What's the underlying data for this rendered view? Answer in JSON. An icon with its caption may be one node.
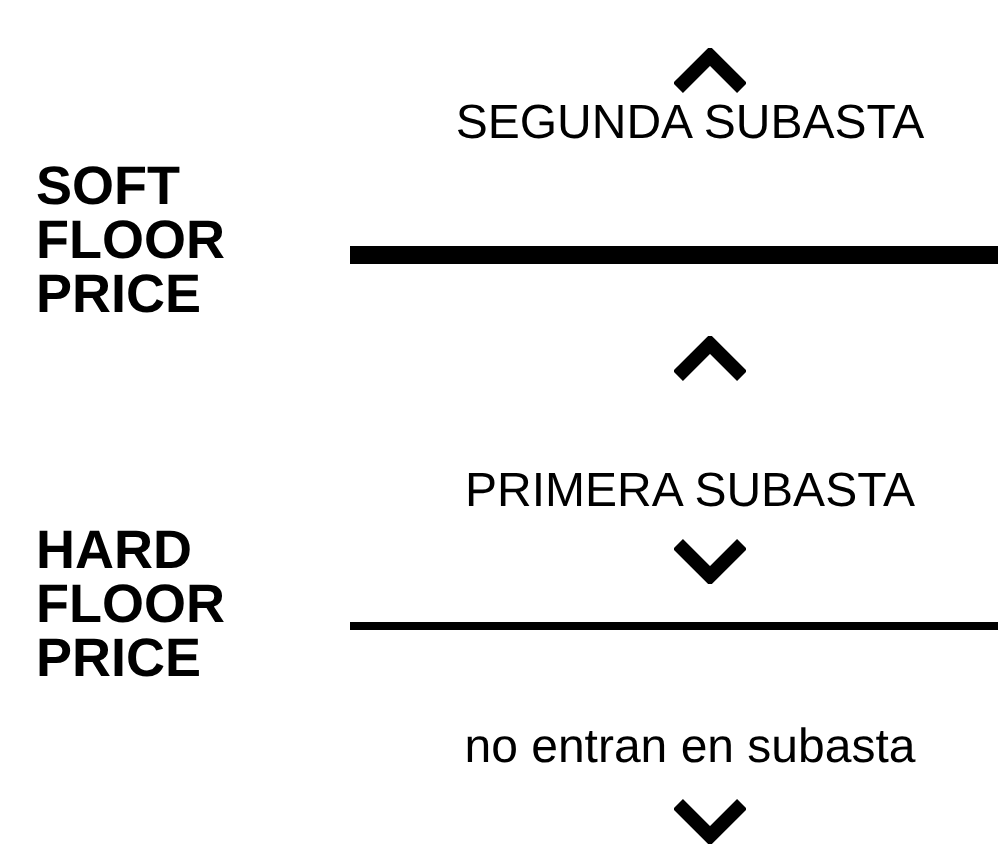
{
  "diagram": {
    "labels": [
      "SEGUNDA SUBASTA",
      "SOFT FLOOR PRICE",
      "PRIMERA SUBASTA",
      "HARD FLOOR PRICE",
      "no entran en subasta"
    ]
  }
}
